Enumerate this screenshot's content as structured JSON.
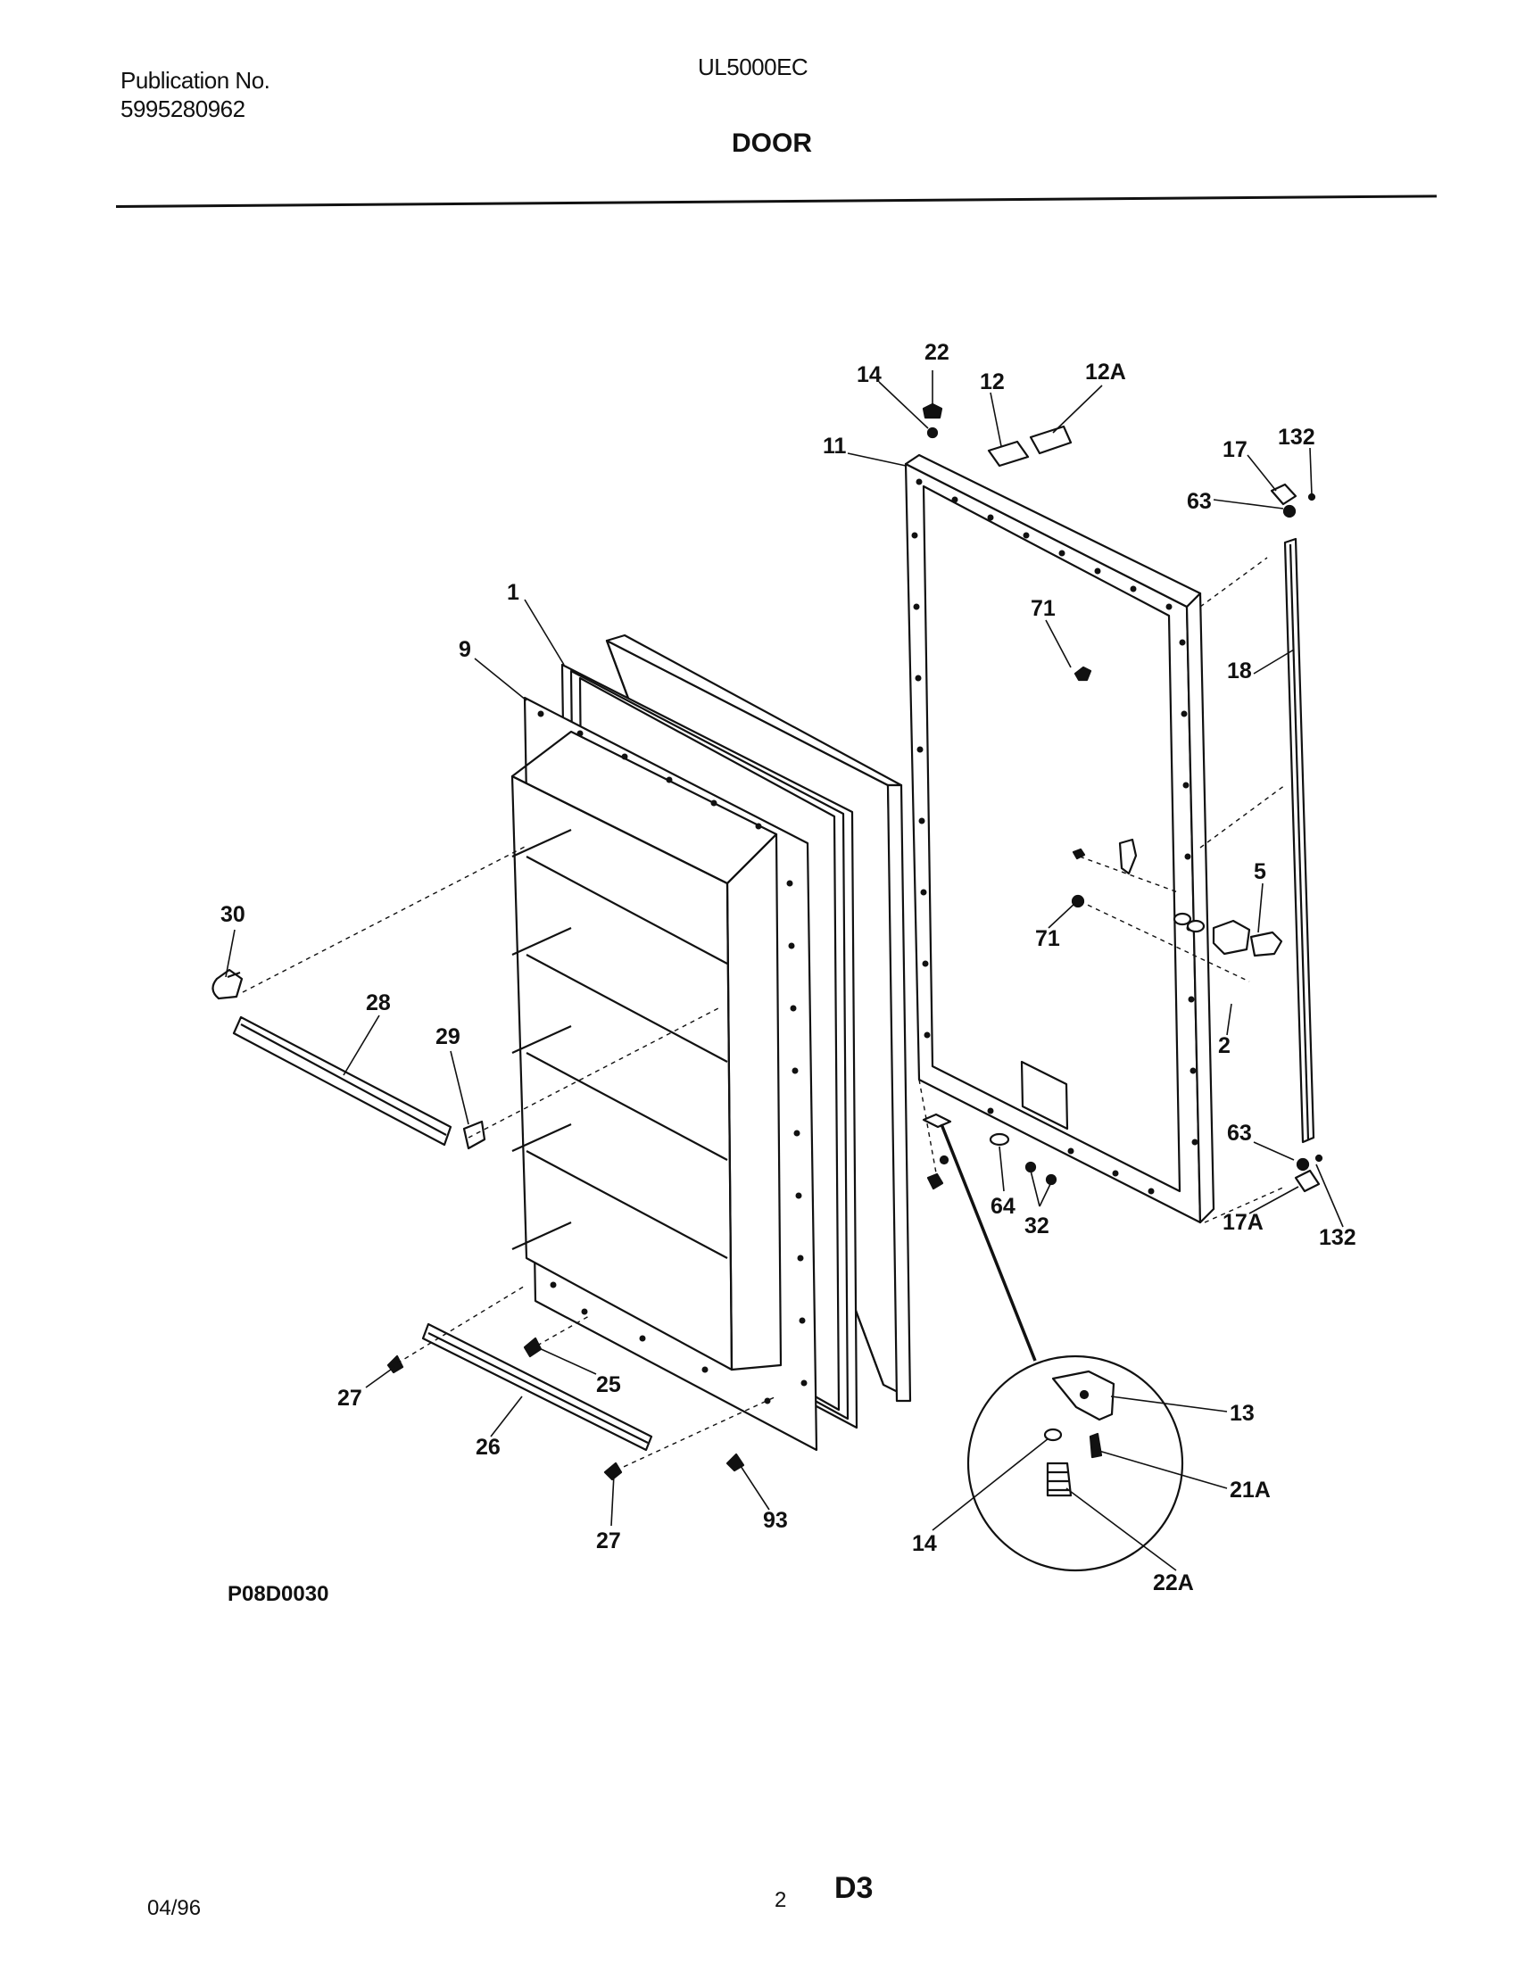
{
  "header": {
    "publication_label": "Publication No.",
    "publication_number": "5995280962",
    "model": "UL5000EC",
    "section_title": "DOOR"
  },
  "callouts": {
    "c1": "1",
    "c9": "9",
    "c11": "11",
    "c14_top": "14",
    "c22": "22",
    "c12": "12",
    "c12A": "12A",
    "c17": "17",
    "c132_top": "132",
    "c63_top": "63",
    "c71_top": "71",
    "c18": "18",
    "c5": "5",
    "c71_bottom": "71",
    "c2": "2",
    "c30": "30",
    "c28": "28",
    "c29": "29",
    "c63_bottom": "63",
    "c64": "64",
    "c32": "32",
    "c17A": "17A",
    "c132_bottom": "132",
    "c13": "13",
    "c21A": "21A",
    "c14_detail": "14",
    "c22A": "22A",
    "c27_left": "27",
    "c25": "25",
    "c26": "26",
    "c27_bottom": "27",
    "c93": "93"
  },
  "drawing_ref": "P08D0030",
  "footer": {
    "date": "04/96",
    "page": "2",
    "code": "D3"
  }
}
